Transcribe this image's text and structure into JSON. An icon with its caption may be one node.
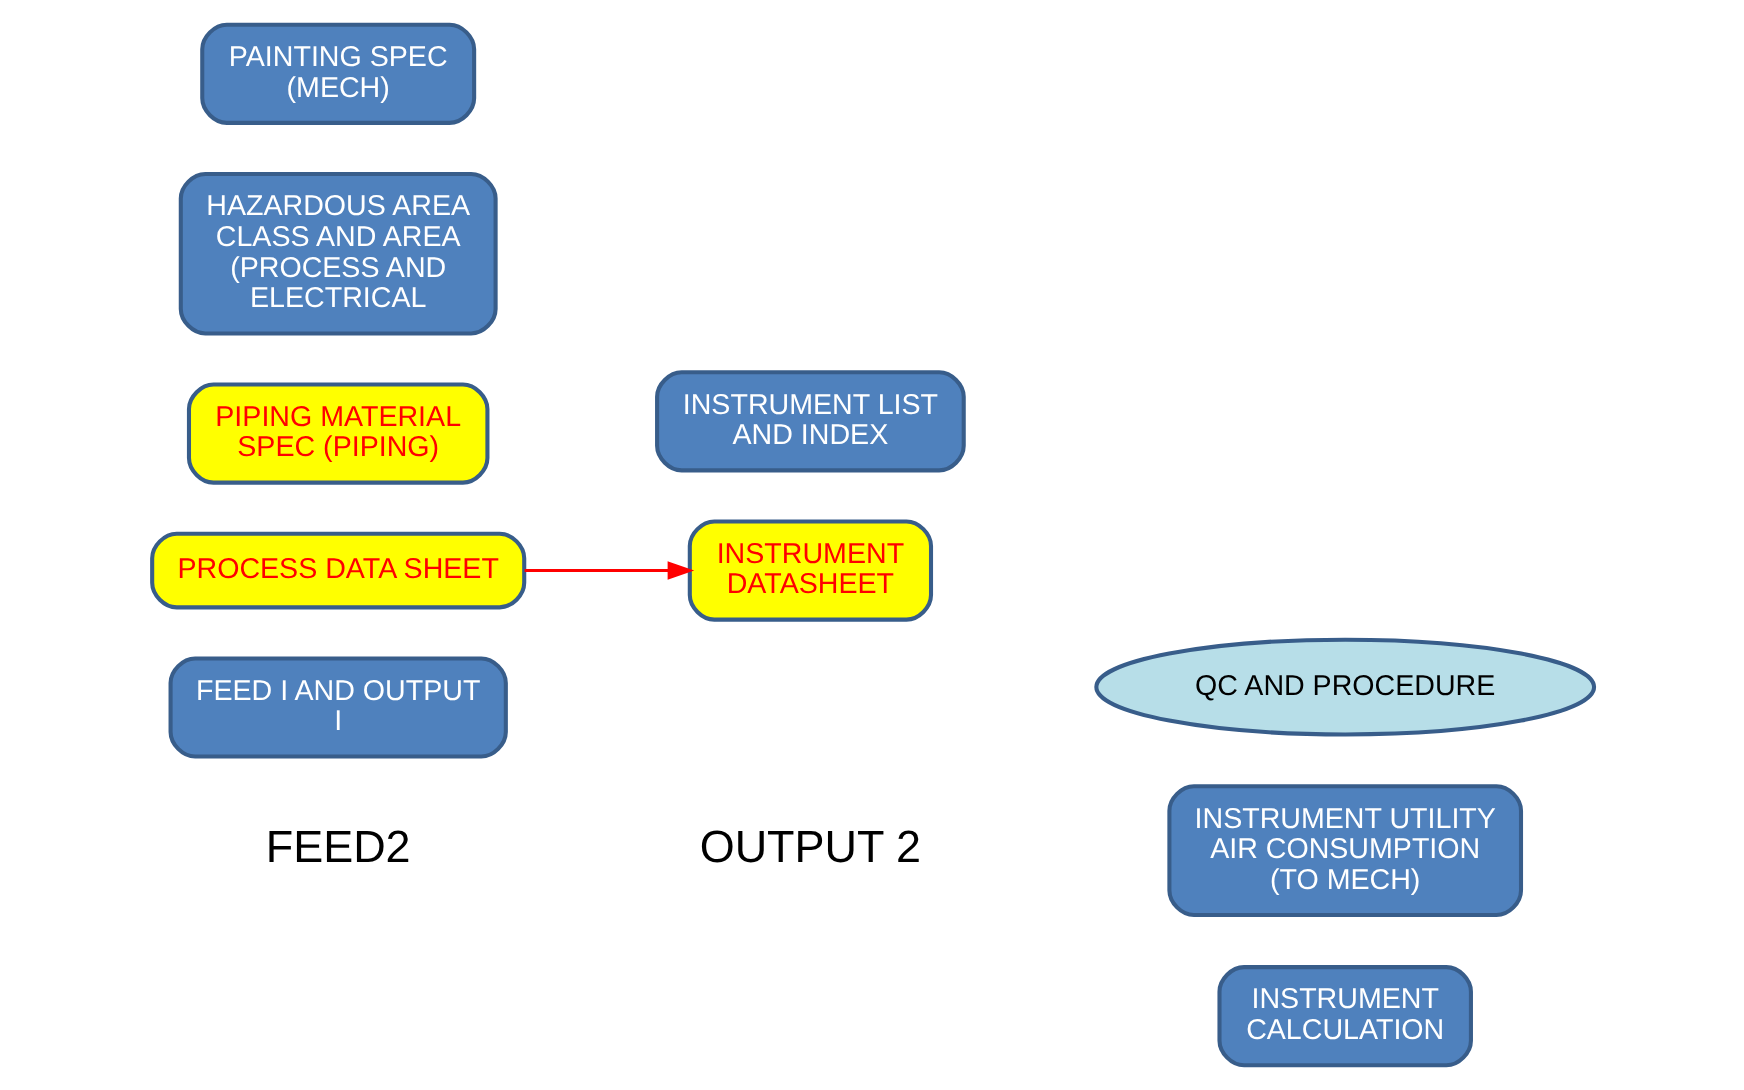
{
  "diagram": {
    "nodes": [
      {
        "text": [
          "FEED I AND OUTPUT I"
        ]
      },
      {
        "text": [
          "PROCESS DATA SHEET"
        ]
      },
      {
        "text": [
          "PIPING MATERIAL SPEC (PIPING)"
        ]
      },
      {
        "text": [
          "HAZARDOUS AREA CLASS AND AREA (PROCESS AND ELECTRICAL"
        ]
      },
      {
        "text": [
          "PAINTING SPEC (MECH)"
        ]
      },
      {
        "text": [
          "QC AND PROCEDURE"
        ]
      },
      {
        "text": [
          "INSTRUMENT LIST AND INDEX"
        ]
      },
      {
        "text": [
          "INSTRUMENT UTILITY AIR CONSUMPTION (TO MECH)"
        ]
      },
      {
        "text": [
          "INSTRUMENT DATASHEET"
        ]
      },
      {
        "text": [
          "INSTRUMENT CALCULATION"
        ]
      }
    ],
    "edges": [
      {
        "from": 1,
        "to": 8,
        "arrow": "to",
        "color": "#ff0000"
      }
    ],
    "labels": [
      "FEED2",
      "OUTPUT 2"
    ]
  }
}
